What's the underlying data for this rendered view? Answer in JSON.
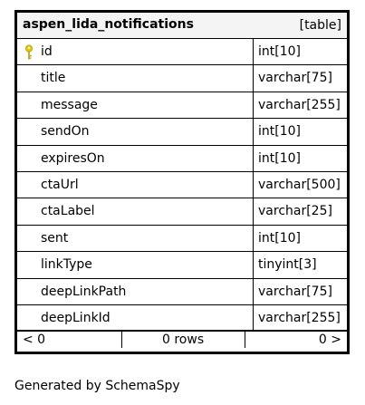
{
  "table": {
    "name": "aspen_lida_notifications",
    "kind": "[table]",
    "columns": [
      {
        "name": "id",
        "type": "int[10]",
        "primary_key": true
      },
      {
        "name": "title",
        "type": "varchar[75]"
      },
      {
        "name": "message",
        "type": "varchar[255]"
      },
      {
        "name": "sendOn",
        "type": "int[10]"
      },
      {
        "name": "expiresOn",
        "type": "int[10]"
      },
      {
        "name": "ctaUrl",
        "type": "varchar[500]"
      },
      {
        "name": "ctaLabel",
        "type": "varchar[25]"
      },
      {
        "name": "sent",
        "type": "int[10]"
      },
      {
        "name": "linkType",
        "type": "tinyint[3]"
      },
      {
        "name": "deepLinkPath",
        "type": "varchar[75]"
      },
      {
        "name": "deepLinkId",
        "type": "varchar[255]"
      }
    ],
    "footer": {
      "left": "< 0",
      "middle": "0 rows",
      "right": "0 >"
    }
  },
  "generated_by": "Generated by SchemaSpy",
  "colors": {
    "header_bg": "#f4f4f4",
    "border": "#000000",
    "key_icon": "#e8c800"
  },
  "icons": {
    "primary_key": "key-icon"
  }
}
